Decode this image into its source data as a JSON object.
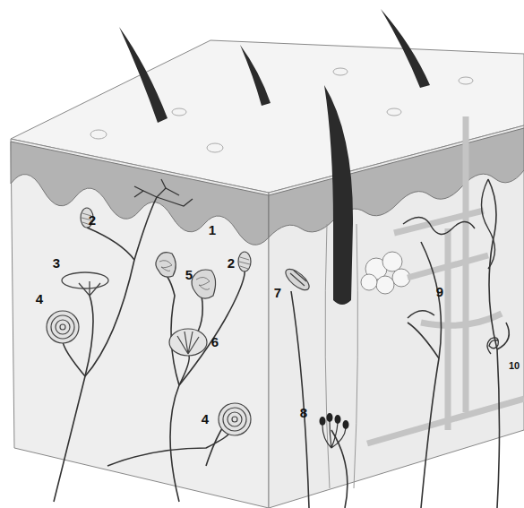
{
  "diagram": {
    "labels": [
      "2",
      "1",
      "2",
      "3",
      "5",
      "7",
      "9",
      "4",
      "6",
      "8",
      "4",
      "10"
    ]
  }
}
